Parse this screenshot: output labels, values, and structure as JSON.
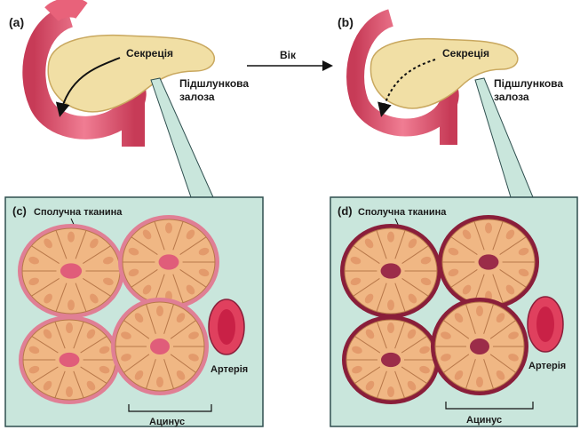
{
  "panels": {
    "a": {
      "letter": "(a)",
      "secretion": "Секреція",
      "pancreas_line1": "Підшлункова",
      "pancreas_line2": "залоза"
    },
    "b": {
      "letter": "(b)",
      "secretion": "Секреція",
      "pancreas_line1": "Підшлункова",
      "pancreas_line2": "залоза"
    },
    "c": {
      "letter": "(c)",
      "connective": "Сполучна тканина",
      "artery": "Артерія",
      "acinus": "Ацинус"
    },
    "d": {
      "letter": "(d)",
      "connective": "Сполучна тканина",
      "artery": "Артерія",
      "acinus": "Ацинус"
    }
  },
  "arrow_label": "Вік",
  "colors": {
    "background_box": "#c9e6dc",
    "box_border": "#2f4f4f",
    "intestine": "#e8627a",
    "pancreas": "#f1dfa5",
    "cell_fill": "#f0b784",
    "cell_nucleus": "#e39a6b",
    "lumen_young": "#e05d7a",
    "lumen_old": "#9b2c49",
    "connective_young": "#e07f95",
    "connective_old": "#8a1e3a",
    "artery_outer": "#e0405e",
    "artery_inner": "#c92146"
  }
}
